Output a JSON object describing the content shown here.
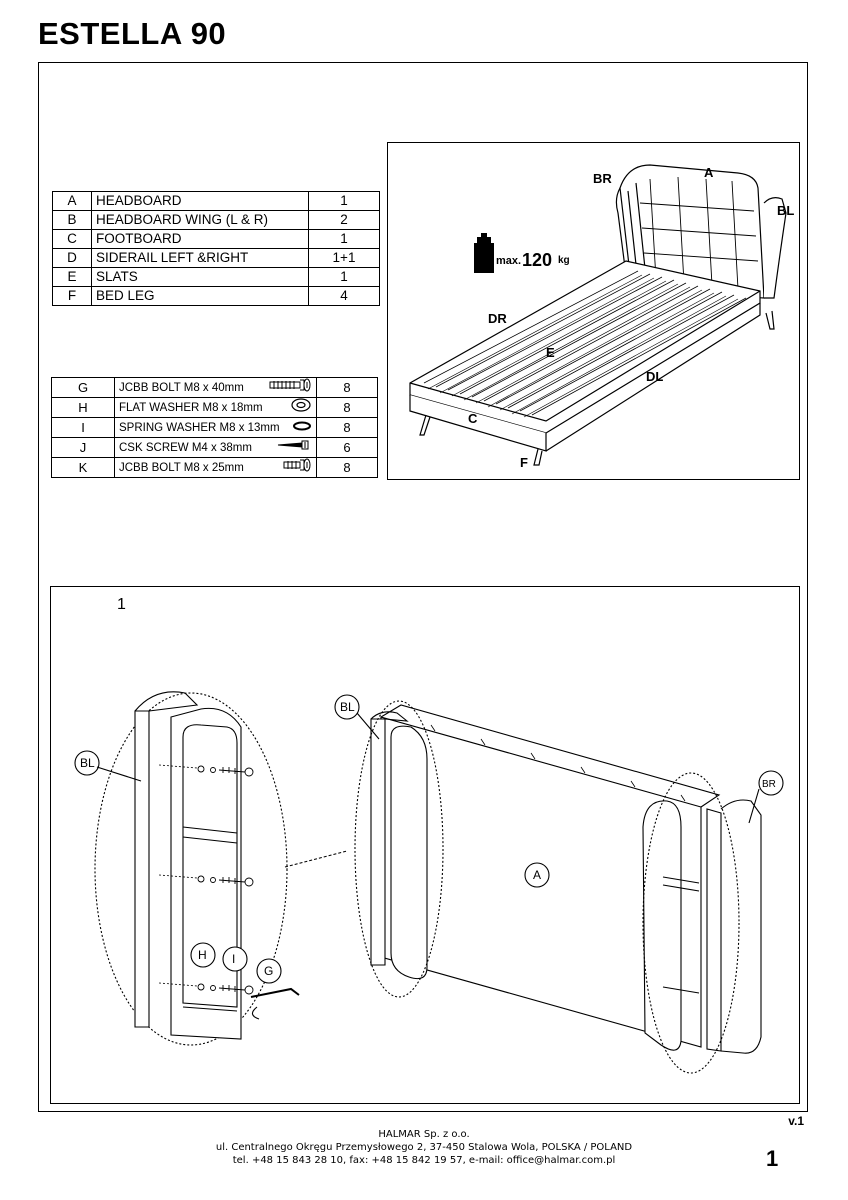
{
  "title": "ESTELLA 90",
  "parts": [
    {
      "letter": "A",
      "name": "HEADBOARD",
      "qty": "1"
    },
    {
      "letter": "B",
      "name": "HEADBOARD WING (L & R)",
      "qty": "2"
    },
    {
      "letter": "C",
      "name": "FOOTBOARD",
      "qty": "1"
    },
    {
      "letter": "D",
      "name": "SIDERAIL  LEFT &RIGHT",
      "qty": "1+1"
    },
    {
      "letter": "E",
      "name": "SLATS",
      "qty": "1"
    },
    {
      "letter": "F",
      "name": "BED LEG",
      "qty": "4"
    }
  ],
  "hardware": [
    {
      "letter": "G",
      "name": "JCBB BOLT M8 x 40mm",
      "qty": "8",
      "icon": "long-bolt-icon"
    },
    {
      "letter": "H",
      "name": "FLAT WASHER M8 x 18mm",
      "qty": "8",
      "icon": "flat-washer-icon"
    },
    {
      "letter": "I",
      "name": "SPRING WASHER M8 x 13mm",
      "qty": "8",
      "icon": "spring-washer-icon"
    },
    {
      "letter": "J",
      "name": "CSK SCREW M4 x 38mm",
      "qty": "6",
      "icon": "screw-icon"
    },
    {
      "letter": "K",
      "name": "JCBB BOLT M8 x 25mm",
      "qty": "8",
      "icon": "short-bolt-icon"
    }
  ],
  "bed_labels": {
    "br": "BR",
    "a": "A",
    "bl": "BL",
    "dr": "DR",
    "e": "E",
    "dl": "DL",
    "c": "C",
    "f": "F"
  },
  "max_load": {
    "prefix": "max.",
    "value": "120",
    "unit": "kg"
  },
  "step": {
    "number": "1",
    "labels": {
      "bl_left": "BL",
      "bl_mid": "BL",
      "br": "BR",
      "a": "A",
      "h": "H",
      "i": "I",
      "g": "G"
    }
  },
  "version": "v.1",
  "footer": {
    "company": "HALMAR Sp. z o.o.",
    "address": "ul. Centralnego Okręgu Przemysłowego 2, 37-450 Stalowa Wola, POLSKA / POLAND",
    "contact": "tel. +48 15 843 28 10, fax: +48 15 842 19 57, e-mail: office@halmar.com.pl"
  },
  "page_number": "1"
}
